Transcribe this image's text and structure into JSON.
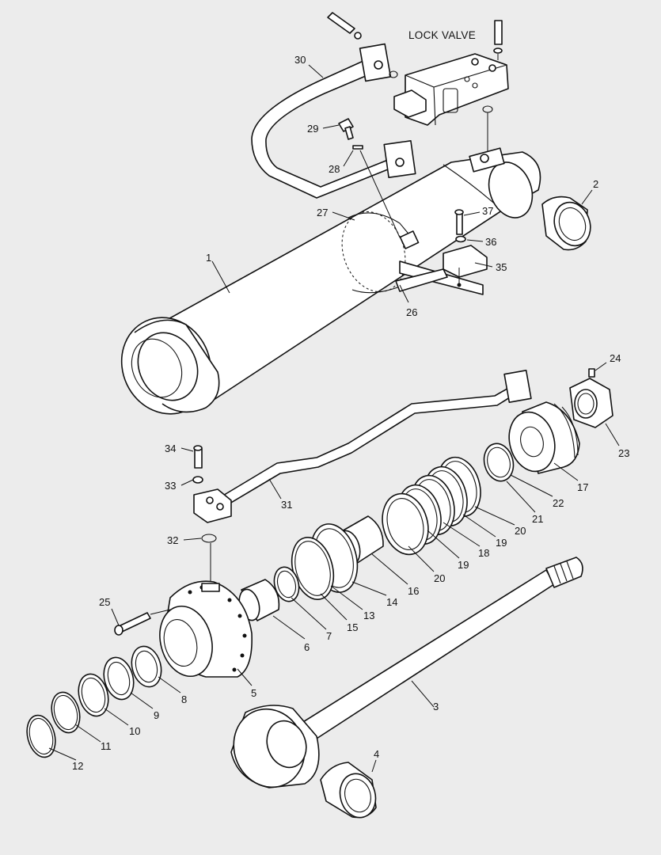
{
  "diagram": {
    "title": "LOCK VALVE",
    "callouts": [
      "1",
      "2",
      "3",
      "4",
      "5",
      "6",
      "7",
      "8",
      "9",
      "10",
      "11",
      "12",
      "13",
      "14",
      "15",
      "16",
      "17",
      "18",
      "19",
      "20",
      "21",
      "22",
      "23",
      "24",
      "25",
      "26",
      "27",
      "28",
      "29",
      "30",
      "31",
      "32",
      "33",
      "34",
      "35",
      "36",
      "37"
    ],
    "extra_callouts": {
      "19b": "19",
      "20b": "20"
    }
  }
}
